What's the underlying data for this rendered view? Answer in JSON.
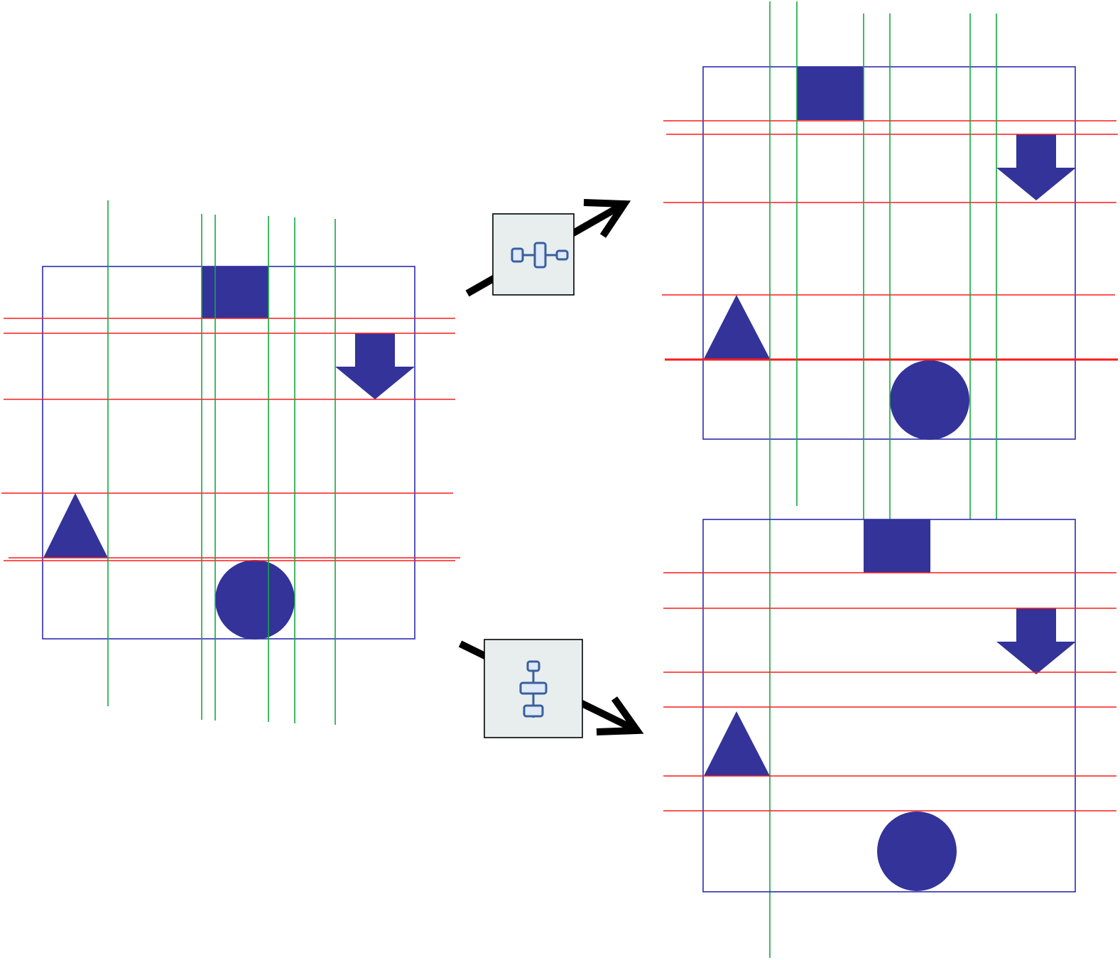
{
  "colors": {
    "shape": "#333399",
    "frame": "#2b2bb0",
    "guide_horizontal": "#ff1a1a",
    "guide_vertical": "#14a83c",
    "arrow": "#000000",
    "button_bg": "#e8eeee",
    "button_border": "#000000",
    "icon_fill": "#dfe9f7",
    "icon_stroke": "#3a5f9e"
  },
  "panels": [
    {
      "id": "original-layout",
      "shapes": [
        "square",
        "down-arrow",
        "triangle",
        "circle"
      ]
    },
    {
      "id": "horizontally-compacted-layout",
      "shapes": [
        "square",
        "down-arrow",
        "triangle",
        "circle"
      ]
    },
    {
      "id": "vertically-compacted-layout",
      "shapes": [
        "square",
        "down-arrow",
        "triangle",
        "circle"
      ]
    }
  ],
  "buttons": [
    {
      "id": "horizontal-compaction",
      "icon": "horizontal-align-icon"
    },
    {
      "id": "vertical-compaction",
      "icon": "vertical-align-icon"
    }
  ]
}
